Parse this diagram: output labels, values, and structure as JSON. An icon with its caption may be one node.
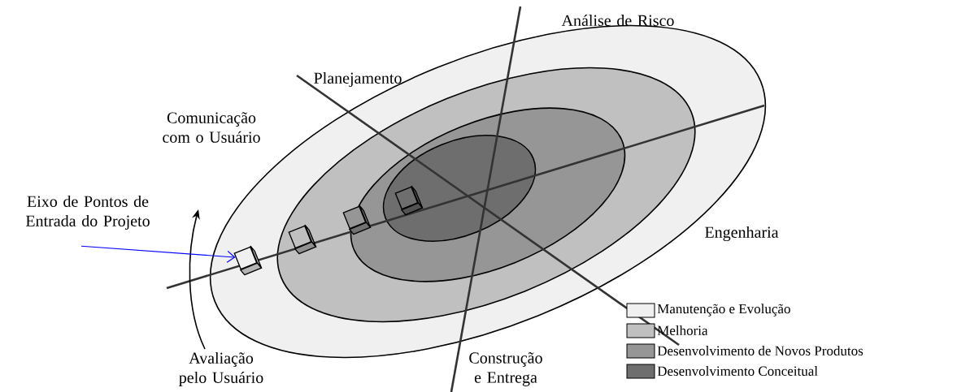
{
  "diagram": {
    "nodes": [
      {
        "text": [
          "Eixo de Pontos de Entrada do Projeto"
        ]
      },
      {
        "text": [],
        "shape": "box"
      },
      {
        "text": [],
        "shape": "box"
      },
      {
        "text": [],
        "shape": "box"
      },
      {
        "text": [],
        "shape": "box"
      }
    ],
    "edges": [
      {
        "from": 0,
        "to": 1,
        "arrow": "to",
        "color": "#0000ff"
      }
    ],
    "labels": [
      "Análise de Risco",
      "Planejamento",
      "Comunicação com o Usuário",
      "Engenharia",
      "Avaliação pelo Usuário",
      "Construção e Entrega"
    ],
    "legend": [
      {
        "text": "Manutenção e Evolução",
        "color": "#f0f0f0"
      },
      {
        "text": "Melhoria",
        "color": "#c0c0c0"
      },
      {
        "text": "Desenvolvimento de Novos Produtos",
        "color": "#969696"
      },
      {
        "text": "Desenvolvimento Conceitual",
        "color": "#6e6e6e"
      }
    ]
  }
}
